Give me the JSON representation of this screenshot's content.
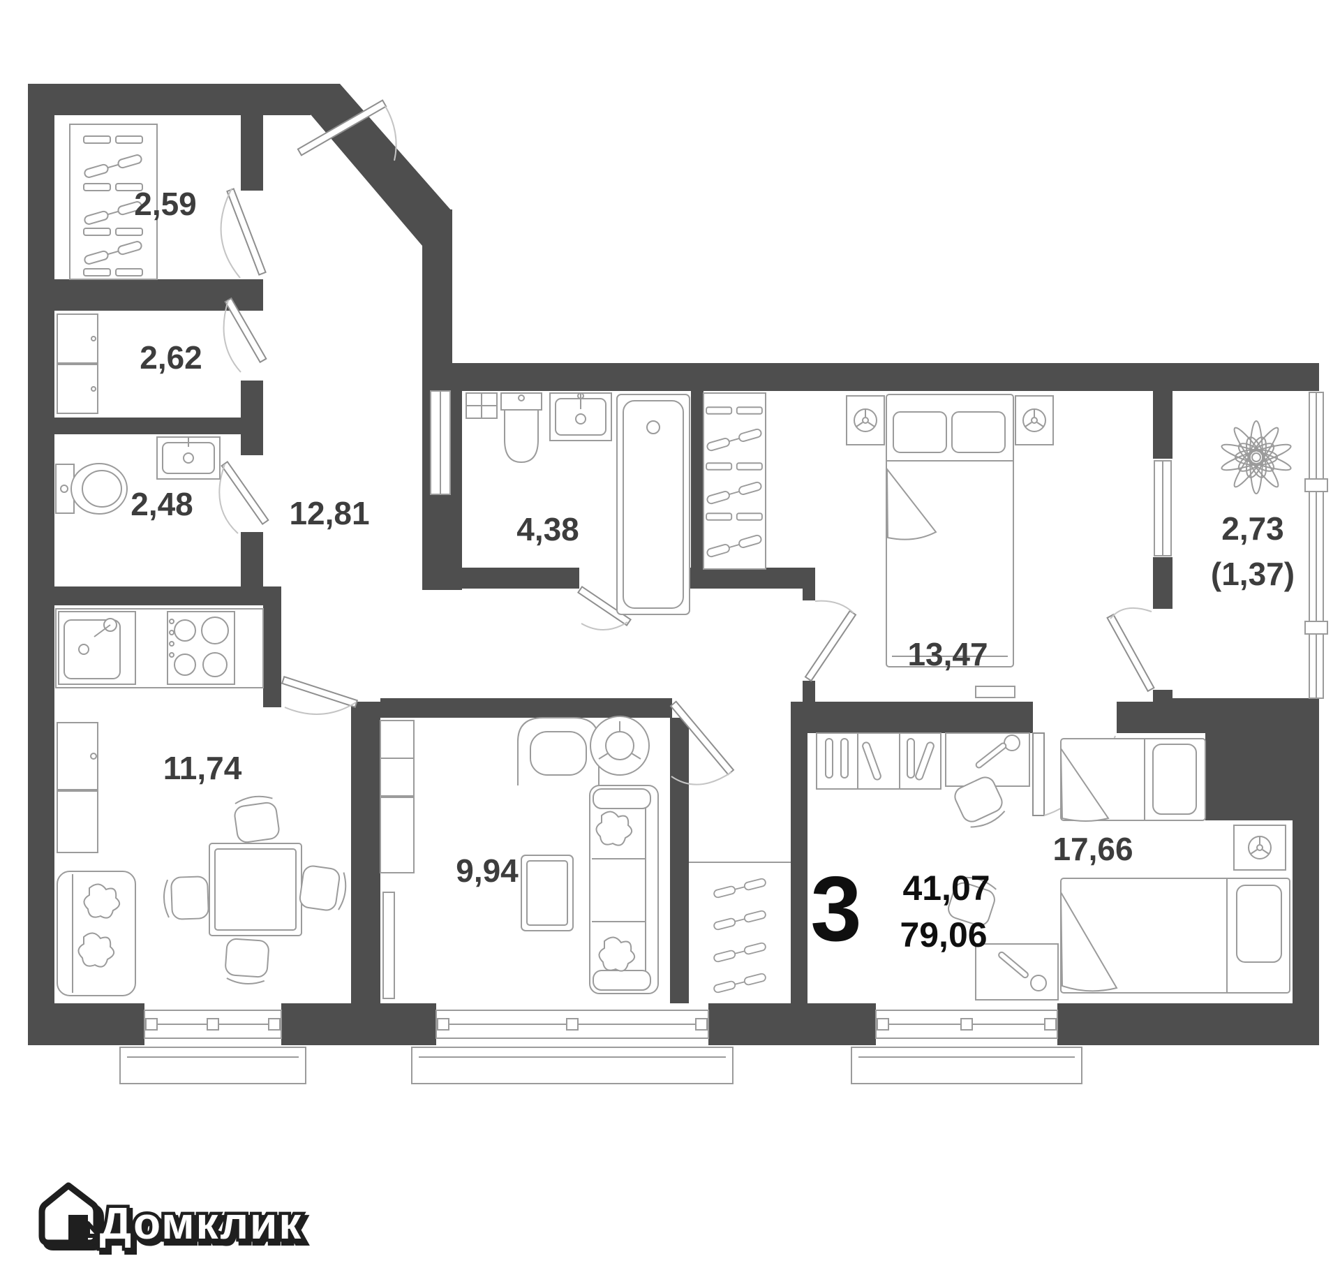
{
  "colors": {
    "wall": "#4e4e4e",
    "furniture_stroke": "#9b9b9b",
    "room_label": "#3d3d3d",
    "summary_text": "#0f0f0f",
    "logo_fill": "#ffffff",
    "logo_outline": "#1f1f1f"
  },
  "rooms": [
    {
      "id": "wardrobe-top",
      "area": "2,59"
    },
    {
      "id": "storage",
      "area": "2,62"
    },
    {
      "id": "wc-small",
      "area": "2,48"
    },
    {
      "id": "bathroom",
      "area": "4,38"
    },
    {
      "id": "hall",
      "area": "12,81"
    },
    {
      "id": "bedroom-1",
      "area": "13,47"
    },
    {
      "id": "balcony",
      "area": "2,73",
      "area_reduced": "(1,37)"
    },
    {
      "id": "kitchen",
      "area": "11,74"
    },
    {
      "id": "living",
      "area": "9,94"
    },
    {
      "id": "bedroom-2",
      "area": "17,66"
    }
  ],
  "summary": {
    "rooms_count": "3",
    "living_area": "41,07",
    "total_area": "79,06"
  },
  "brand": {
    "logo_text": "Домклик"
  }
}
